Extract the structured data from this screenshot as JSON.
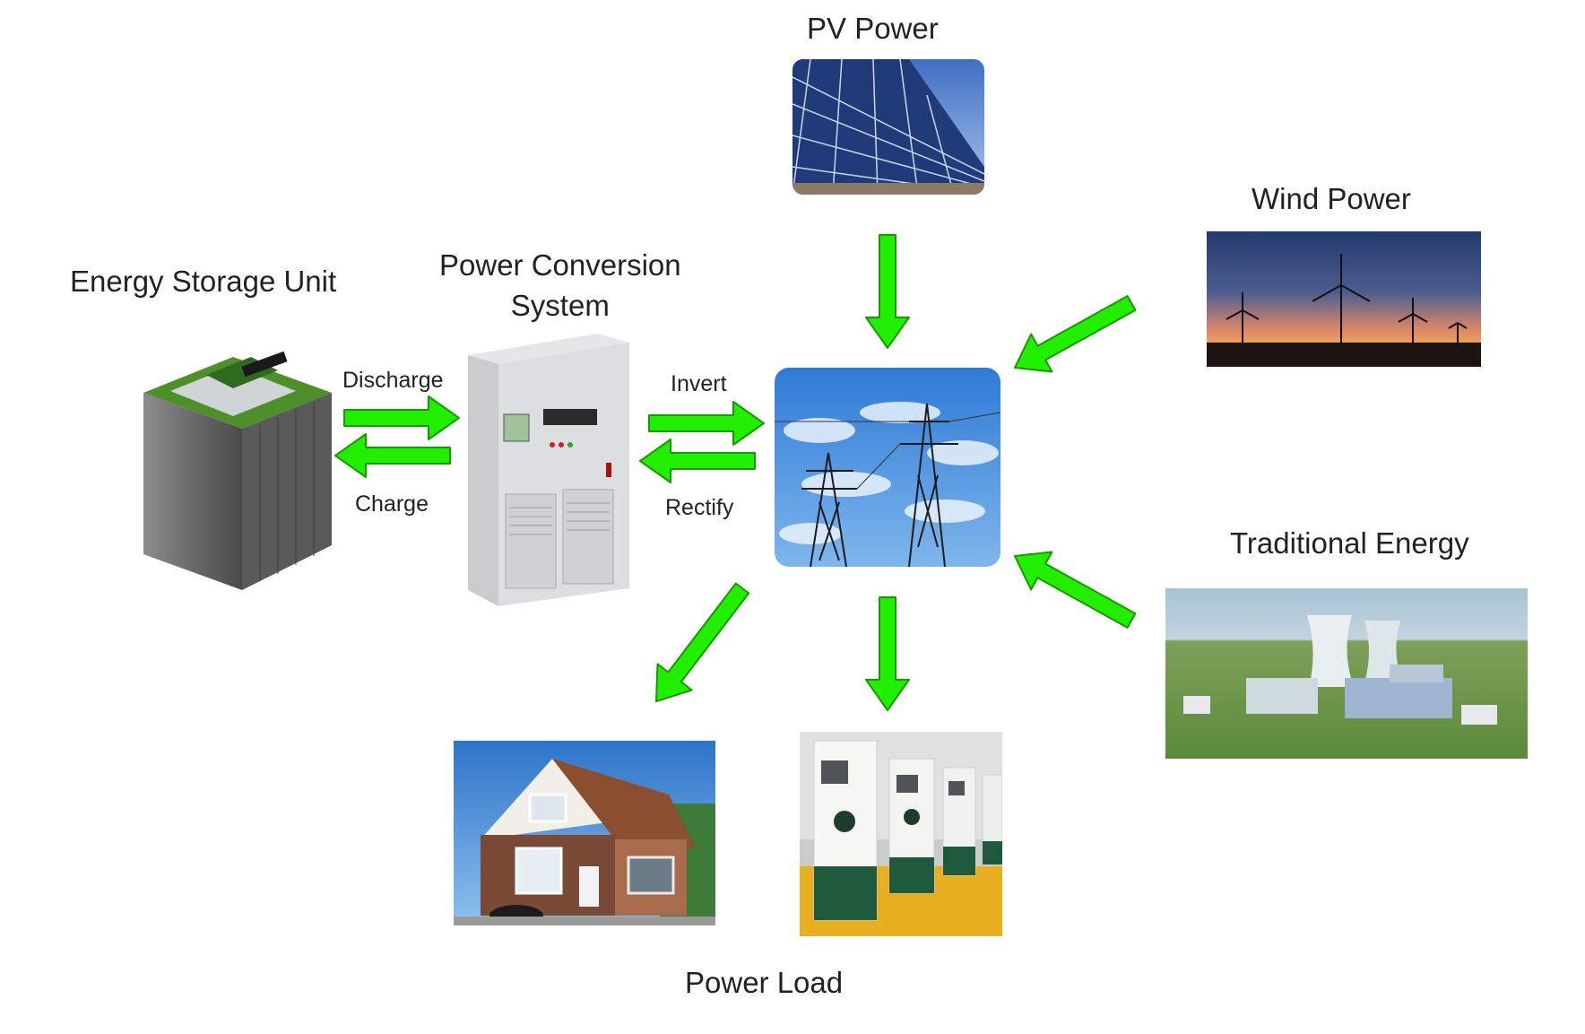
{
  "labels": {
    "pv_power": "PV Power",
    "wind_power": "Wind Power",
    "energy_storage_unit": "Energy Storage Unit",
    "pcs_line1": "Power Conversion",
    "pcs_line2": "System",
    "traditional_energy": "Traditional Energy",
    "power_load": "Power Load"
  },
  "flows": {
    "discharge": "Discharge",
    "charge": "Charge",
    "invert": "Invert",
    "rectify": "Rectify"
  },
  "colors": {
    "arrow_fill": "#22ee00",
    "arrow_stroke": "#179a00"
  }
}
